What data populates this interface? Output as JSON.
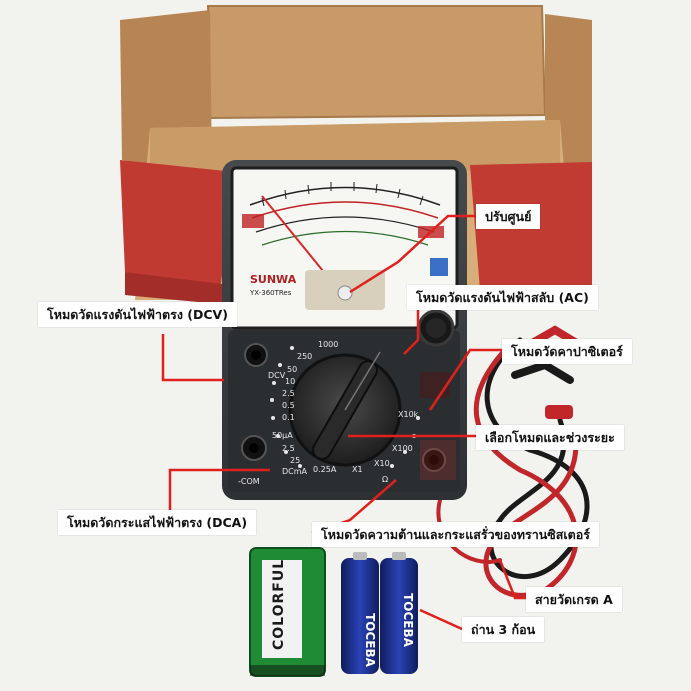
{
  "photo": {
    "brand": "SUNWA",
    "model": "YX-360TRes",
    "range_labels": [
      "1000",
      "250",
      "50",
      "10",
      "2.5",
      "0.5",
      "0.1",
      "50µA",
      "2.5",
      "25",
      "0.25A",
      "X1",
      "X10",
      "X100",
      "X10k"
    ],
    "jack_labels": [
      "DCV",
      "DCmA",
      "-COM",
      "Ω"
    ],
    "battery_9v_brand": "COLORFUL",
    "battery_aa_brand": "TOCEBA"
  },
  "annotations": {
    "zero_adjust": "ปรับศูนย์",
    "ac_voltage_mode": "โหมดวัดแรงดันไฟฟ้าสลับ (AC)",
    "dc_voltage_mode": "โหมดวัดแรงดันไฟฟ้าตรง (DCV)",
    "capacitor_mode": "โหมดวัดคาปาซิเตอร์",
    "select_mode_range": "เลือกโหมดและช่วงระยะ",
    "dc_current_mode": "โหมดวัดกระแสไฟฟ้าตรง (DCA)",
    "resistance_transistor_mode": "โหมดวัดความต้านและกระแสรั่วของทรานซิสเตอร์",
    "probe_leads": "สายวัดเกรด A",
    "batteries": "ถ่าน 3 ก้อน"
  },
  "colors": {
    "background": "#f2f2ef",
    "box": "#c2905d",
    "multimeter_body": "#3a3d40",
    "dial_panel": "#2b2e31",
    "pointer_red": "#d42a2a",
    "battery_9v": "#1f8c35",
    "battery_aa": "#1c2f8a"
  }
}
